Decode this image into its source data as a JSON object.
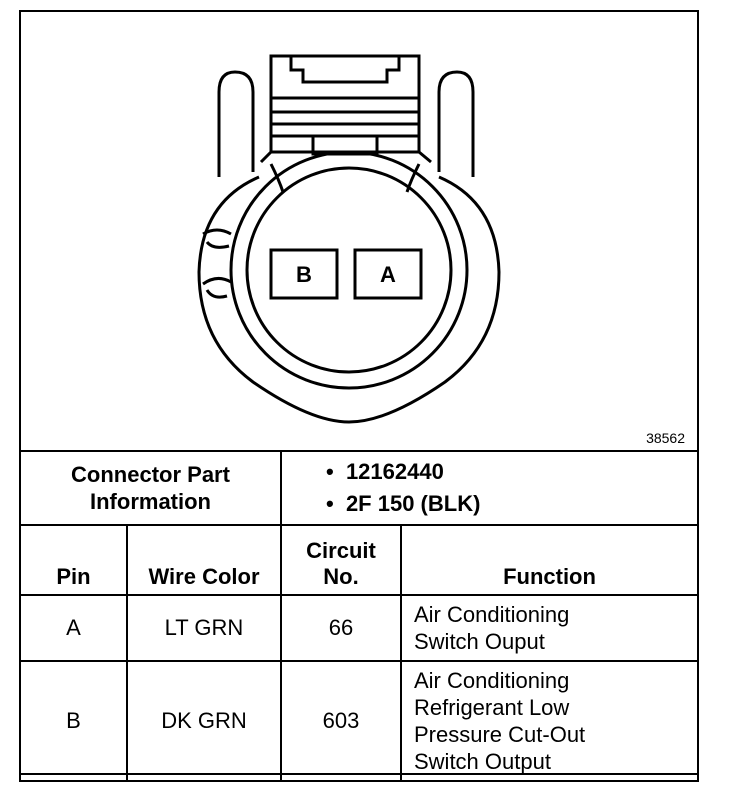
{
  "figure_id": "38562",
  "cavities": {
    "left": "B",
    "right": "A"
  },
  "connector_info": {
    "label_line1": "Connector Part",
    "label_line2": "Information",
    "values": [
      "12162440",
      "2F 150 (BLK)"
    ],
    "bullet": "•"
  },
  "table": {
    "headers": {
      "pin": "Pin",
      "wire_color": "Wire Color",
      "circuit_line1": "Circuit",
      "circuit_line2": "No.",
      "function": "Function"
    },
    "rows": [
      {
        "pin": "A",
        "wire_color": "LT GRN",
        "circuit": "66",
        "function": [
          "Air Conditioning",
          "Switch Ouput"
        ]
      },
      {
        "pin": "B",
        "wire_color": "DK GRN",
        "circuit": "603",
        "function": [
          "Air Conditioning",
          "Refrigerant Low",
          "Pressure Cut-Out",
          "Switch Output"
        ]
      }
    ]
  }
}
